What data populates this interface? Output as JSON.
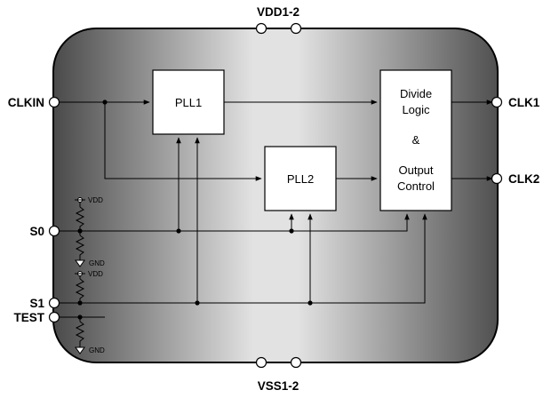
{
  "pins": {
    "vdd": "VDD1-2",
    "vss": "VSS1-2",
    "clkin": "CLKIN",
    "s0": "S0",
    "s1": "S1",
    "test": "TEST",
    "clk1": "CLK1",
    "clk2": "CLK2"
  },
  "blocks": {
    "pll1": "PLL1",
    "pll2": "PLL2",
    "divide_line1": "Divide",
    "divide_line2": "Logic",
    "amp": "&",
    "output_line1": "Output",
    "output_line2": "Control"
  },
  "bias": {
    "vdd": "VDD",
    "gnd": "GND"
  },
  "colors": {
    "package_dark": "#5a5a5a",
    "package_light": "#e6e6e6",
    "block_fill": "#ffffff",
    "wire": "#000000"
  }
}
